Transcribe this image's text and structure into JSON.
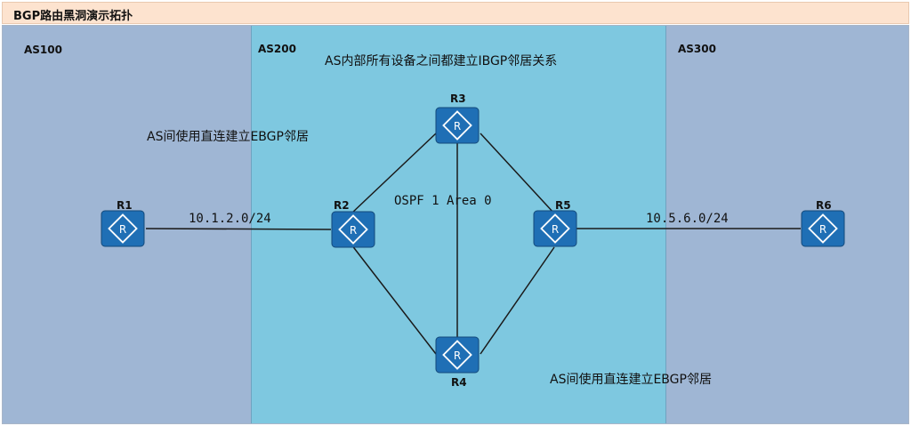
{
  "title": "BGP路由黑洞演示拓扑",
  "zones": {
    "as100": "AS100",
    "as200": "AS200",
    "as300": "AS300"
  },
  "notes": {
    "ibgp_note": "AS内部所有设备之间都建立IBGP邻居关系",
    "ebgp_note_left": "AS间使用直连建立EBGP邻居",
    "ebgp_note_right": "AS间使用直连建立EBGP邻居",
    "ospf": "OSPF 1 Area 0"
  },
  "networks": {
    "r1_r2": "10.1.2.0/24",
    "r5_r6": "10.5.6.0/24"
  },
  "routers": {
    "r1": "R1",
    "r2": "R2",
    "r3": "R3",
    "r4": "R4",
    "r5": "R5",
    "r6": "R6"
  },
  "colors": {
    "router_fill": "#1f6fb5",
    "as100_300_bg": "#9fb6d4",
    "as200_bg": "#7ec8e0",
    "title_bg": "#fde3cf"
  },
  "icon": "router-icon"
}
